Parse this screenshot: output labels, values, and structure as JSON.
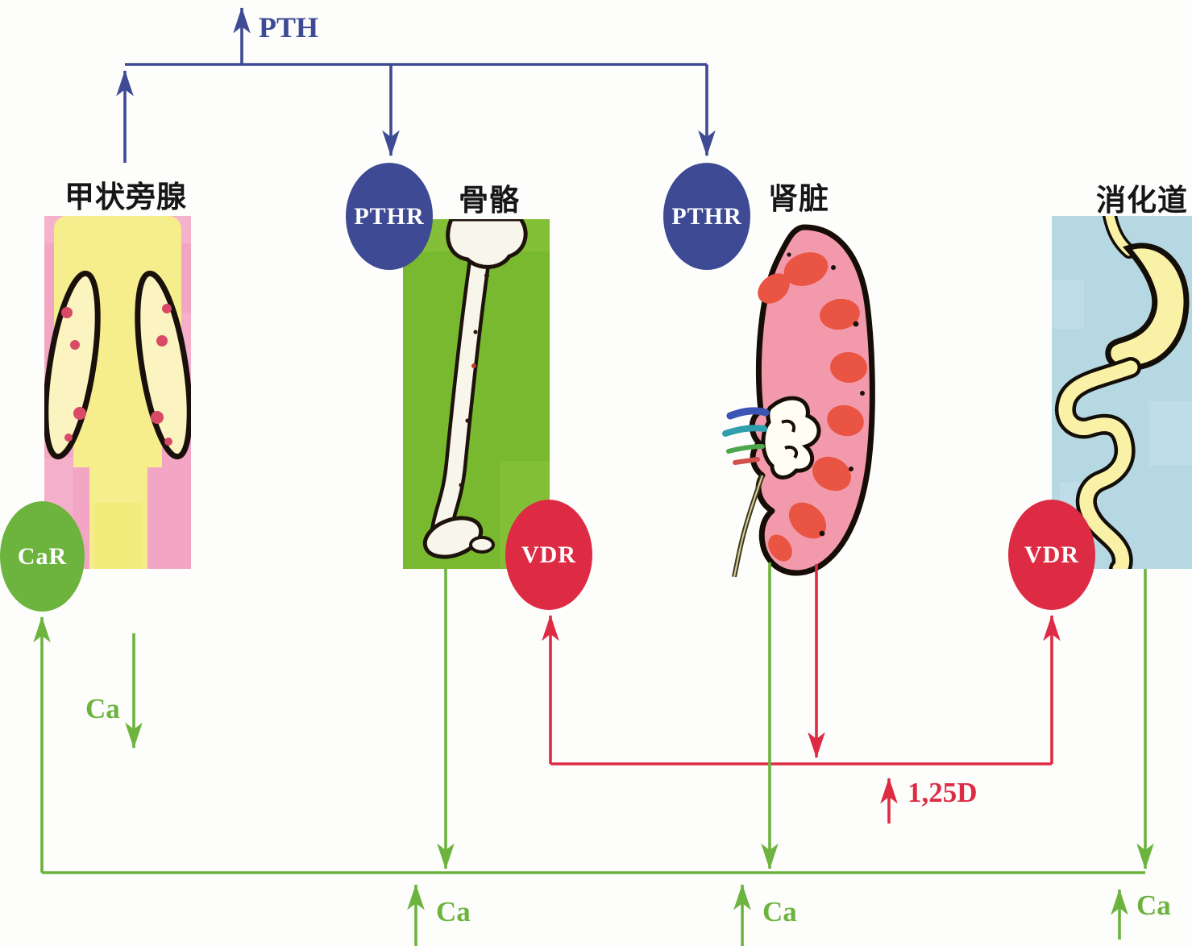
{
  "diagram": {
    "organs": [
      {
        "id": "parathyroid",
        "label": "甲状旁腺"
      },
      {
        "id": "bone",
        "label": "骨骼"
      },
      {
        "id": "kidney",
        "label": "肾脏"
      },
      {
        "id": "gut",
        "label": "消化道"
      }
    ],
    "receptors": [
      {
        "id": "pthr-bone",
        "label": "PTHR"
      },
      {
        "id": "pthr-kidney",
        "label": "PTHR"
      },
      {
        "id": "car",
        "label": "CaR"
      },
      {
        "id": "vdr-bone",
        "label": "VDR"
      },
      {
        "id": "vdr-gut",
        "label": "VDR"
      }
    ],
    "hormones": {
      "pth": "PTH",
      "calcitriol": "1,25D",
      "calcium": "Ca"
    },
    "colors": {
      "pth_blue": "#3e4a94",
      "ca_green": "#6db43f",
      "d_red": "#de2b44",
      "bone_bg": "#79b92f",
      "parathyroid_bg": "#f2a6c4",
      "thyroid_yellow": "#f6ee8c",
      "gut_bg": "#b5d8e3",
      "gut_yellow": "#f9f1a6",
      "kidney_pink": "#f29aac",
      "kidney_red": "#e95443"
    }
  }
}
